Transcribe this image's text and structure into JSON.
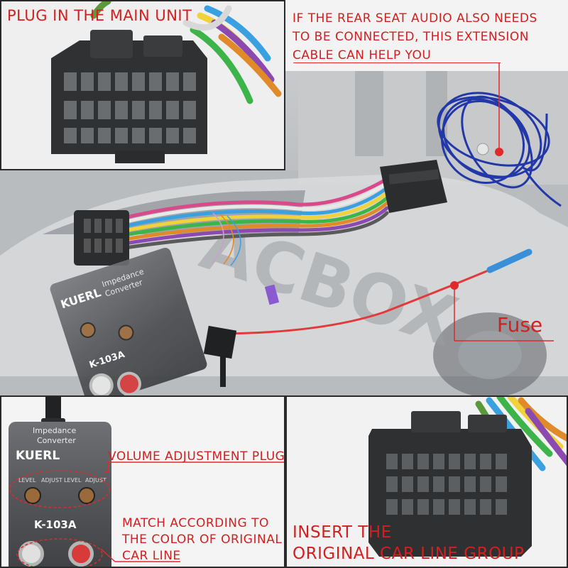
{
  "labels": {
    "plug_main_unit": "PLUG IN THE MAIN UNIT",
    "rear_seat_line1": "IF THE REAR SEAT AUDIO ALSO NEEDS",
    "rear_seat_line2": "TO BE CONNECTED, THIS EXTENSION",
    "rear_seat_line3": "CABLE CAN HELP YOU",
    "fuse": "Fuse",
    "volume_plug": "VOLUME ADJUSTMENT PLUG",
    "match_line1": "MATCH ACCORDING TO",
    "match_line2": "THE COLOR OF ORIGINAL",
    "match_line3": "CAR LINE",
    "insert_line1": "INSERT THE",
    "insert_line2": "ORIGINAL CAR LINE GROUP"
  },
  "device": {
    "brand": "KUERL",
    "model": "K-103A",
    "title_line1": "Impedance",
    "title_line2": "Converter",
    "knob_label": "LEVEL",
    "knob_label2": "ADJUST"
  },
  "watermark": "ACBOX",
  "colors": {
    "accent": "#d21f1f",
    "wire_blue": "#2338a8",
    "wire_red": "#e23a3a"
  }
}
